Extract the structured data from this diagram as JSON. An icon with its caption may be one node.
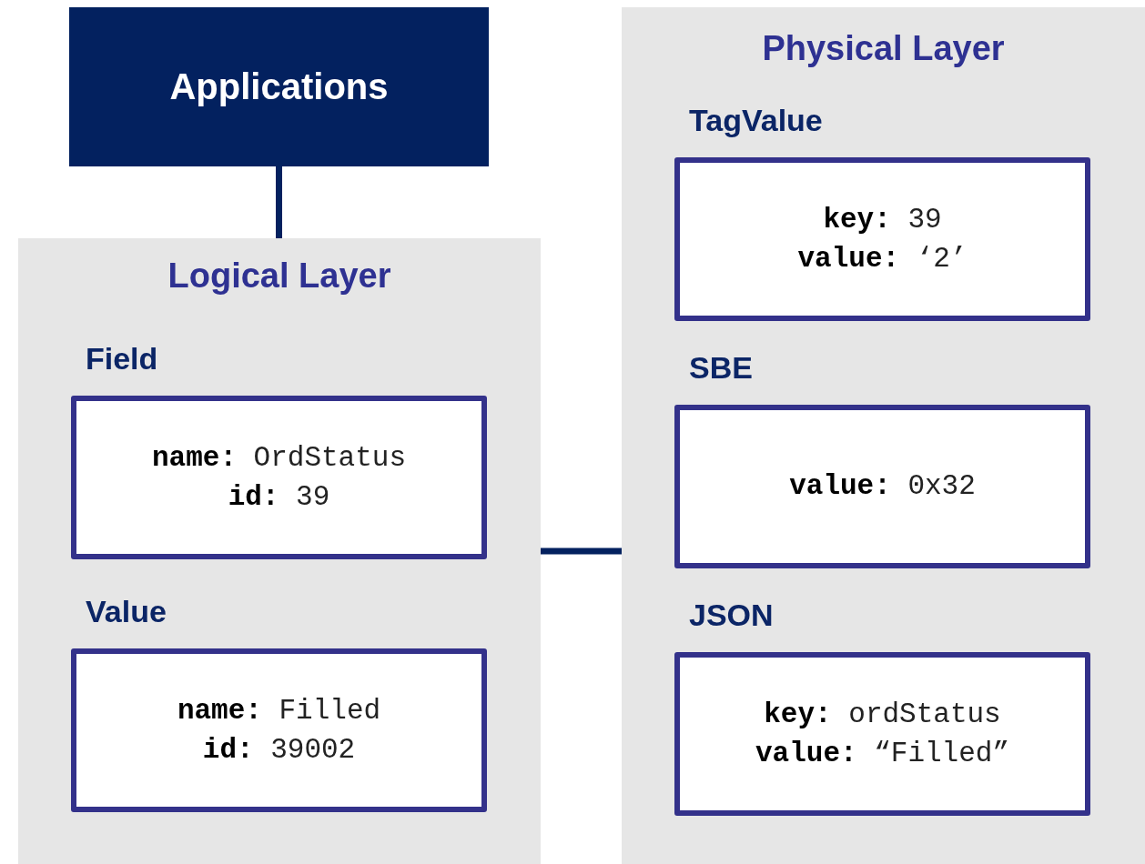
{
  "diagram": {
    "nodes": [
      {
        "text": [
          "Applications"
        ]
      },
      {
        "text": [
          "Logical Layer"
        ]
      },
      {
        "text": [
          "Field",
          "**name:** OrdStatus",
          "**id:** 39"
        ],
        "in": 1
      },
      {
        "text": [
          "Value",
          "**name:** Filled",
          "**id:** 39002"
        ],
        "in": 1
      },
      {
        "text": [
          "Physical Layer"
        ]
      },
      {
        "text": [
          "TagValue",
          "**key:** 39",
          "**value:** ‘2’"
        ],
        "in": 4
      },
      {
        "text": [
          "SBE",
          "**value:** 0x32"
        ],
        "in": 4
      },
      {
        "text": [
          "JSON",
          "**key:** ordStatus",
          "**value:** “Filled”"
        ],
        "in": 4
      }
    ],
    "edges": [
      {
        "from": 0,
        "to": 1,
        "arrow": "none"
      },
      {
        "from": 1,
        "to": 4,
        "arrow": "none"
      }
    ]
  }
}
